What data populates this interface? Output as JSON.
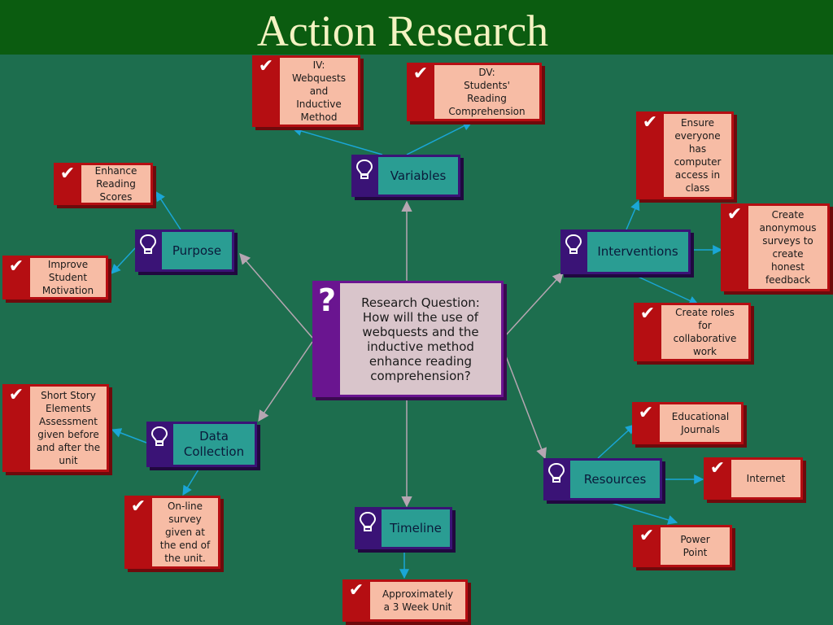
{
  "title": "Action Research",
  "center": {
    "icon": "question-mark-icon",
    "text": "Research Question:\nHow will the use of\nwebquests and the\ninductive method\nenhance reading\ncomprehension?"
  },
  "topics": {
    "variables": "Variables",
    "purpose": "Purpose",
    "interventions": "Interventions",
    "data_collection": "Data\nCollection",
    "timeline": "Timeline",
    "resources": "Resources"
  },
  "notes": {
    "iv": "IV:\nWebquests\nand\nInductive\nMethod",
    "dv": "DV:\nStudents'\nReading\nComprehension",
    "enhance": "Enhance\nReading\nScores",
    "motivation": "Improve\nStudent\nMotivation",
    "computer": "Ensure\neveryone\nhas\ncomputer\naccess in\nclass",
    "surveys": "Create\nanonymous\nsurveys to\ncreate\nhonest\nfeedback",
    "roles": "Create roles\nfor\ncollaborative\nwork",
    "short_story": "Short Story\nElements\nAssessment\ngiven before\nand after the\nunit",
    "online_survey": "On-line\nsurvey\ngiven at\nthe end of\nthe unit.",
    "approx": "Approximately\na 3 Week Unit",
    "journals": "Educational\nJournals",
    "internet": "Internet",
    "powerpoint": "Power\nPoint"
  },
  "colors": {
    "background": "#1d6e4e",
    "title_bar": "#0b5c10",
    "title_text": "#f4f3c2",
    "note_frame": "#b50e12",
    "note_fill": "#f7bca5",
    "topic_frame": "#3a1376",
    "topic_fill": "#2a9d93",
    "center_frame": "#6a1590",
    "center_fill": "#d9c5cb",
    "arrow_gray": "#b6a6b2",
    "arrow_blue": "#1aa6d6"
  }
}
